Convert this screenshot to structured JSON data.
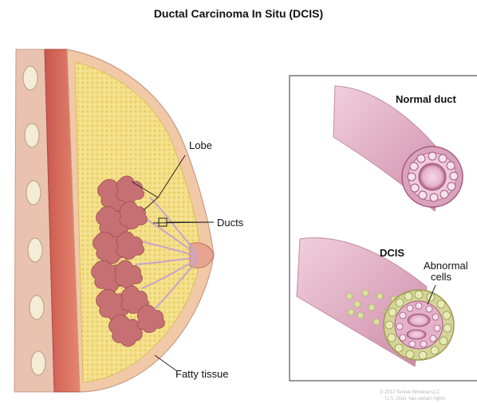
{
  "title": "Ductal Carcinoma In Situ (DCIS)",
  "labels": {
    "lobe": "Lobe",
    "ducts": "Ducts",
    "fatty_tissue": "Fatty tissue",
    "normal_duct": "Normal duct",
    "dcis": "DCIS",
    "abnormal_cells_line1": "Abnormal",
    "abnormal_cells_line2": "cells"
  },
  "credit": {
    "line1": "© 2012 Terese Winslow LLC",
    "line2": "U.S. Govt. has certain rights"
  },
  "colors": {
    "fat": "#f3df86",
    "skin": "#f2c9a6",
    "lobule": "#c77073",
    "duct_outer": "#e8b9cb",
    "duct_dark": "#a6587d",
    "inset_border": "#555555"
  }
}
